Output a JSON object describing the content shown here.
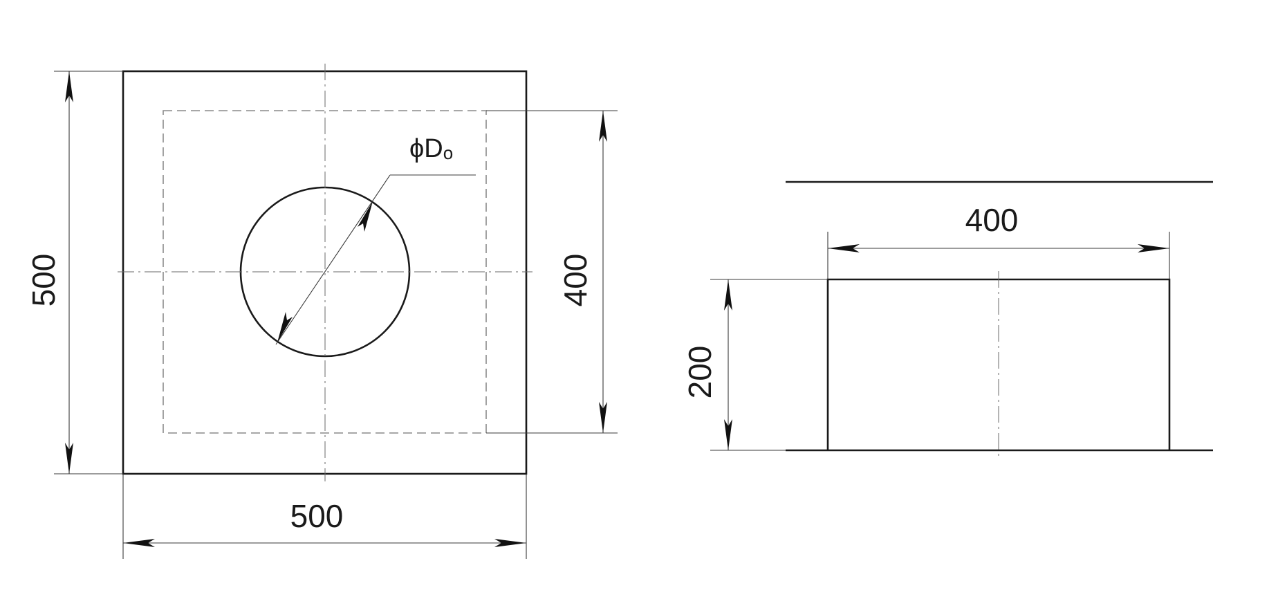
{
  "plan_view": {
    "width_dim": "500",
    "height_dim": "500",
    "inner_dim": "400",
    "diameter_symbol": "ϕ",
    "diameter_letter": "D",
    "diameter_subscript": "o"
  },
  "side_view": {
    "width_dim": "400",
    "height_dim": "200"
  }
}
